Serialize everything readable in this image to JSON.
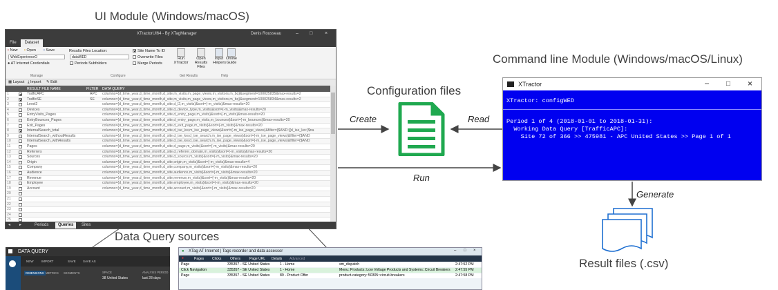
{
  "titles": {
    "ui_module": "UI Module (Windows/macOS)",
    "command_line_module": "Command line Module (Windows/macOS/Linux)",
    "configuration_files": "Configuration files",
    "data_query_sources": "Data Query sources",
    "result_files": "Result files (.csv)"
  },
  "arrows": {
    "create": "Create",
    "read": "Read",
    "run": "Run",
    "generate": "Generate"
  },
  "ui_window": {
    "title": "XTractorUI64 - By XTagManager",
    "user": "Denis Rousseau",
    "tabs": [
      "File",
      "Dataset"
    ],
    "ribbon": {
      "new": "New",
      "open": "Open",
      "save": "Save",
      "dataset_value": "WebExperienceO",
      "credentials": "AT Internet Credentials",
      "manage_group": "Manage",
      "results_location_label": "Results Files Location:",
      "results_location_value": "dataWED",
      "periods_subfolders": "Periods Subfolders",
      "site_name_to_id": "Site Name To ID",
      "overwrite_files": "Overwrite Files",
      "merge_periods": "Merge Periods",
      "configure_group": "Configure",
      "run_label": "Run",
      "run_sub": "XTractor",
      "open_label": "Open",
      "open_sub": "Results Files",
      "get_results_group": "Get Results",
      "input_helpers": "Input Helpers",
      "online_guide": "Online Guide",
      "help_group": "Help"
    },
    "toolbar": {
      "layout": "Layout",
      "import": "Import",
      "edit": "Edit"
    },
    "grid": {
      "columns": [
        "RESULT FILE NAME",
        "FILTER",
        "DATA QUERY"
      ],
      "rows": [
        {
          "n": "1",
          "checked": true,
          "name": "TrafficAPC",
          "filter": "APC",
          "query": "columns={d_time_year,d_time_month,d_site,m_visits,m_page_views,m_visitors,m_bq}&segment=100025835&max-results=2"
        },
        {
          "n": "2",
          "checked": true,
          "name": "TrafficSE",
          "filter": "SE",
          "query": "columns={d_time_year,d_time_month,d_site,m_visits,m_page_views,m_visitors,m_bq}&segment=100025834&max-results=2"
        },
        {
          "n": "3",
          "checked": false,
          "name": "Level2",
          "filter": "",
          "query": "columns={d_time_year,d_time_month,d_site,d_l2,m_visits}&sort={-m_visits}&max-results=20"
        },
        {
          "n": "4",
          "checked": false,
          "name": "Devices",
          "filter": "",
          "query": "columns={d_time_year,d_time_month,d_site,d_device_type,m_visits}&sort={-m_visits}&max-results=20"
        },
        {
          "n": "5",
          "checked": false,
          "name": "EntryVisits_Pages",
          "filter": "",
          "query": "columns={d_time_year,d_time_month,d_site,d_entry_page,m_visits}&sort={-m_visits}&max-results=20"
        },
        {
          "n": "6",
          "checked": false,
          "name": "EntryBounces_Pages",
          "filter": "",
          "query": "columns={d_time_year,d_time_month,d_site,d_entry_page,m_visits,m_bounces}&sort={-m_bounces}&max-results=20"
        },
        {
          "n": "7",
          "checked": false,
          "name": "Exit_Pages",
          "filter": "",
          "query": "columns={d_time_year,d_time_month,d_site,d_exit_page,m_visits}&sort={-m_visits}&max-results=20"
        },
        {
          "n": "8",
          "checked": true,
          "name": "InternalSearch_total",
          "filter": "",
          "query": "columns={d_time_year,d_time_month,d_site,d_ise_kw,m_ise_page_views}&sort={-m_ise_page_views}&filter={$AND:[{d_ise_kw:{$na"
        },
        {
          "n": "9",
          "checked": false,
          "name": "InternalSearch_withoutResults",
          "filter": "",
          "query": "columns={d_time_year,d_time_month,d_site,d_ise_kw,d_ise_search,m_ise_page_views}&sort={-m_ise_page_views}&filter={$AND"
        },
        {
          "n": "10",
          "checked": false,
          "name": "InternalSearch_withResults",
          "filter": "",
          "query": "columns={d_time_year,d_time_month,d_site,d_ise_kw,d_ise_search,m_ise_page_views}&sort={-m_ise_page_views}&filter={$AND"
        },
        {
          "n": "11",
          "checked": false,
          "name": "Pages",
          "filter": "",
          "query": "columns={d_time_year,d_time_month,d_site,d_page,m_visits}&sort={-m_visits}&max-results=20"
        },
        {
          "n": "12",
          "checked": false,
          "name": "Referrers",
          "filter": "",
          "query": "columns={d_time_year,d_time_month,d_site,d_referrer_domain,m_visits}&sort={-m_visits}&max-results=20"
        },
        {
          "n": "13",
          "checked": false,
          "name": "Sources",
          "filter": "",
          "query": "columns={d_time_year,d_time_month,d_site,d_source,m_visits}&sort={-m_visits}&max-results=20"
        },
        {
          "n": "14",
          "checked": false,
          "name": "Origin",
          "filter": "",
          "query": "columns={d_time_year,d_time_month,d_site,origin,m_visits}&sort={-m_visits}&max-results=4"
        },
        {
          "n": "15",
          "checked": false,
          "name": "Company",
          "filter": "",
          "query": "columns={d_time_year,d_time_month,d_site,company,m_visits}&sort={-m_visits}&max-results=20"
        },
        {
          "n": "16",
          "checked": false,
          "name": "Audience",
          "filter": "",
          "query": "columns={d_time_year,d_time_month,d_site,audience,m_visits}&sort={-m_visits}&max-results=20"
        },
        {
          "n": "17",
          "checked": false,
          "name": "Revenue",
          "filter": "",
          "query": "columns={d_time_year,d_time_month,d_site,revenue,m_visits}&sort={-m_visits}&max-results=20"
        },
        {
          "n": "18",
          "checked": false,
          "name": "Employee",
          "filter": "",
          "query": "columns={d_time_year,d_time_month,d_site,employee,m_visits}&sort={-m_visits}&max-results=20"
        },
        {
          "n": "19",
          "checked": false,
          "name": "Account",
          "filter": "",
          "query": "columns={d_time_year,d_time_month,d_site,account,m_visits}&sort={-m_visits}&max-results=20"
        },
        {
          "n": "20",
          "checked": false,
          "name": "",
          "filter": "",
          "query": ""
        },
        {
          "n": "21",
          "checked": false,
          "name": "",
          "filter": "",
          "query": ""
        },
        {
          "n": "22",
          "checked": false,
          "name": "",
          "filter": "",
          "query": ""
        },
        {
          "n": "23",
          "checked": false,
          "name": "",
          "filter": "",
          "query": ""
        },
        {
          "n": "24",
          "checked": false,
          "name": "",
          "filter": "",
          "query": ""
        },
        {
          "n": "25",
          "checked": false,
          "name": "",
          "filter": "",
          "query": ""
        }
      ]
    },
    "bottom_tabs": [
      "Periods",
      "Queries",
      "Sites"
    ],
    "bottom_tab_selected": "Queries"
  },
  "cmd_window": {
    "title": "XTractor",
    "lines": [
      "XTractor: configWED",
      "",
      "Period 1 of 4 (2018-01-01 to 2018-01-31):",
      "  Working Data Query [TrafficAPC]:",
      "    Site 72 of 366 >> 475981 - APC United States >> Page 1 of 1"
    ]
  },
  "data_query_window": {
    "title": "DATA QUERY",
    "toolbar": [
      "NEW",
      "IMPORT",
      "SAVE",
      "SAVE AS"
    ],
    "tabs": [
      "DIMENSIONS",
      "METRICS",
      "SEGMENTS"
    ],
    "fields": [
      {
        "label": "SPACE",
        "value": "38 United States"
      },
      {
        "label": "ANALYSIS PERIOD",
        "value": "last 28 days"
      }
    ]
  },
  "xtag_window": {
    "title": "XTag AT Internet | Tags recorder and data accessor",
    "toolbar": [
      "Pages",
      "Clicks",
      "Others",
      "Page URL",
      "Details",
      "Advanced"
    ],
    "rows": [
      {
        "type": "Page",
        "site": "335357 - SE United States",
        "level": "1 - Home",
        "detail": "sm_dispatch",
        "time": "2:47:52 PM"
      },
      {
        "type": "Click Navigation",
        "site": "335357 - SE United States",
        "level": "1 - Home",
        "detail": "Menu::Products::Low Voltage Products and Systems::Circuit Breakers",
        "time": "2:47:55 PM"
      },
      {
        "type": "Page",
        "site": "335357 - SE United States",
        "level": "89 - Product Offer",
        "detail": "product-category::50305::circuit-breakers",
        "time": "2:47:58 PM"
      }
    ]
  },
  "colors": {
    "cmd_background": "#0000f0",
    "doc_icon_green": "#1fa84f",
    "result_icon_blue": "#1e6fd1",
    "arrow": "#444444"
  }
}
